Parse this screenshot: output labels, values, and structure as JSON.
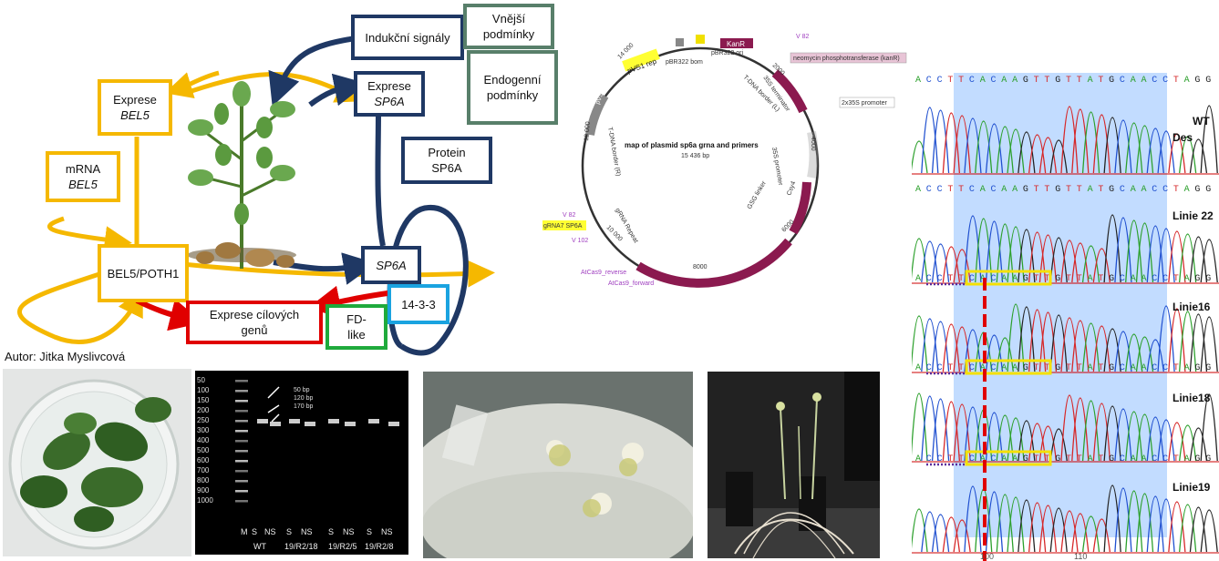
{
  "diagram": {
    "boxes": {
      "indukcni": "Indukční signály",
      "vnejsi": [
        "Vnější",
        "podmínky"
      ],
      "endogenni": [
        "Endogenní",
        "podmínky"
      ],
      "expres_sp6a": [
        "Exprese",
        "SP6A"
      ],
      "protein_sp6a": [
        "Protein",
        "SP6A"
      ],
      "exprese_bel5": [
        "Exprese",
        "BEL5"
      ],
      "mrna_bel5": [
        "mRNA",
        "BEL5"
      ],
      "bel5_poth1": "BEL5/POTH1",
      "sp6a": "SP6A",
      "cilovych": [
        "Exprese cílových",
        "genů"
      ],
      "fd_like": [
        "FD-",
        "like"
      ],
      "p1433": "14-3-3"
    },
    "author": "Autor: Jitka Myslivcová"
  },
  "plasmid": {
    "title": "map of plasmid sp6a grna and primers",
    "size": "15 436 bp",
    "features": {
      "kanr": "KanR",
      "pbr322_ori": "pBR322 ori",
      "pbr322_bom": "pBR322 bom",
      "pvs1_rep": "pVS1 rep",
      "pvs1_sta": "pVS1 sta",
      "tdna_l": "T-DNA border (L)",
      "tdna_r": "T-DNA border (R)",
      "term35s": "35S terminator",
      "prom2x35s": "2x35S promoter",
      "prom35s": "35S promoter",
      "gsg": "GSG linker",
      "csy4": "Csy4",
      "atcas9": "AtCas9",
      "grna_repeat": "gRNA Repeat",
      "npt": "neomycin phosphotransferase (kanR)",
      "grna7": "gRNA7 SP6A",
      "rev": "AtCas9_reverse",
      "fwd": "AtCas9_forward",
      "v82a": "V 82",
      "v82b": "V 82",
      "v102": "V 102"
    },
    "ticks": [
      "2000",
      "4000",
      "6000",
      "8000",
      "10 000",
      "12 000",
      "14 000"
    ]
  },
  "gel": {
    "ladder": [
      "50",
      "100",
      "150",
      "200",
      "250",
      "300",
      "400",
      "500",
      "600",
      "700",
      "800",
      "900",
      "1000"
    ],
    "annotations": [
      "50 bp",
      "120 bp",
      "170 bp"
    ],
    "lanes": [
      "M",
      "S",
      "NS",
      "S",
      "NS",
      "S",
      "NS",
      "S",
      "NS"
    ],
    "groups": [
      "WT",
      "19/R2/18",
      "19/R2/5",
      "19/R2/8"
    ]
  },
  "sequence": {
    "bases": "ACCTTCACAAGTTGTTATGCAACCTAGG",
    "labels": [
      "WT",
      "Des",
      "Linie 22",
      "Linie16",
      "Linie18",
      "Linie19"
    ],
    "axis": [
      "100",
      "110"
    ],
    "colors": {
      "A": "#2ca02c",
      "C": "#1f4fcf",
      "G": "#222222",
      "T": "#d62728"
    }
  },
  "colors": {
    "yellow": "#f5b800",
    "navy": "#1f3864",
    "red": "#e00000",
    "green": "#1faa3c",
    "cyan": "#1aa3e0",
    "plasmid": "#8b1a4f"
  }
}
